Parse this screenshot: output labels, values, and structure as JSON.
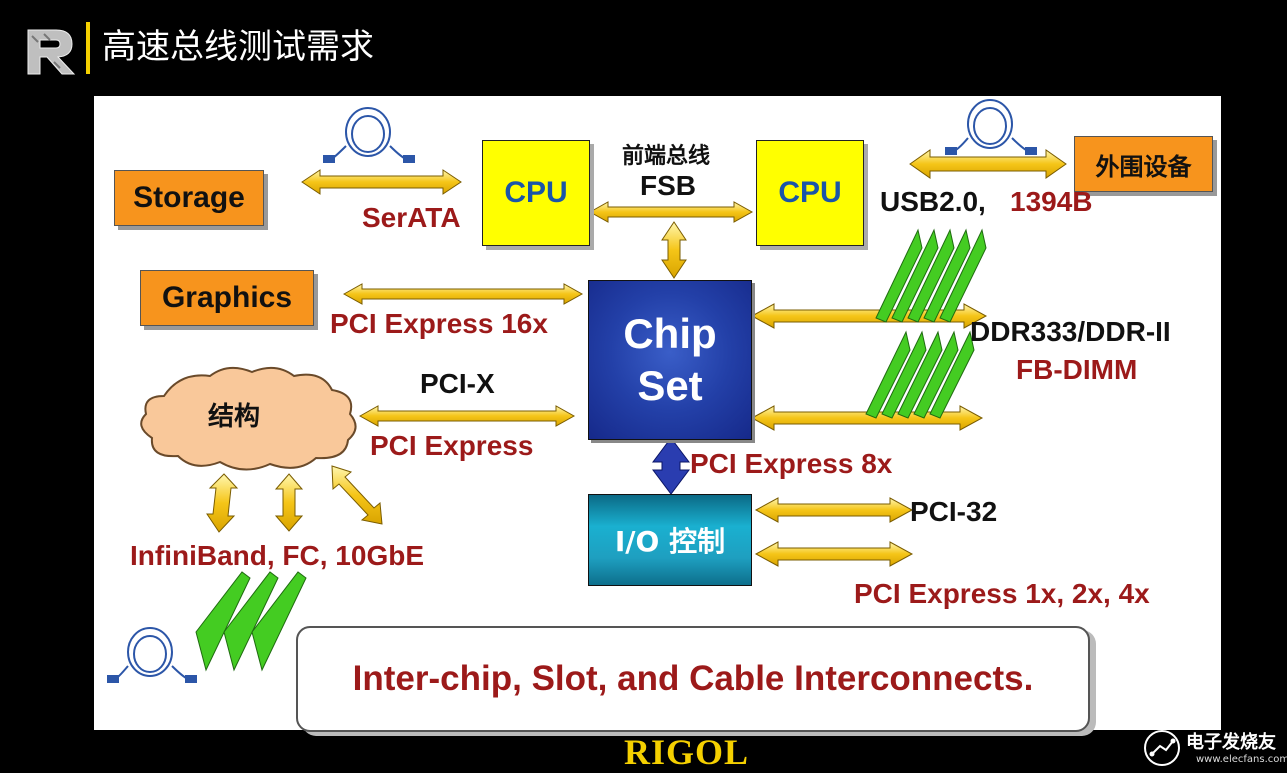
{
  "header": {
    "title": "高速总线测试需求"
  },
  "diagram": {
    "storage": "Storage",
    "graphics": "Graphics",
    "peripheral": "外围设备",
    "cpu_left": "CPU",
    "cpu_right": "CPU",
    "fsb_cn": "前端总线",
    "fsb": "FSB",
    "serata": "SerATA",
    "usb": "USB2.0,",
    "ieee1394": "1394B",
    "pcie16": "PCI Express 16x",
    "ddr": "DDR333/DDR-II",
    "fbdimm": "FB-DIMM",
    "chip": "Chip",
    "set": "Set",
    "pcix": "PCI-X",
    "pcie": "PCI Express",
    "fabric": "结构",
    "pcie8": "PCI Express 8x",
    "io": "I/O 控制",
    "pci32": "PCI-32",
    "pcie124": "PCI Express 1x, 2x, 4x",
    "infiniband": "InfiniBand, FC, 10GbE",
    "caption": "Inter-chip, Slot, and Cable Interconnects."
  },
  "footer": {
    "brand": "RIGOL",
    "watermark": "电子发烧友",
    "watermark_url": "www.elecfans.com"
  },
  "colors": {
    "accent": "#f5d000",
    "label_red": "#9c1a1a",
    "box_orange": "#f7941d",
    "cpu_yellow": "#ffff00",
    "chipset_blue": "#2340a8",
    "arrow_yellow": "#f5c518",
    "card_green": "#44cc22"
  }
}
